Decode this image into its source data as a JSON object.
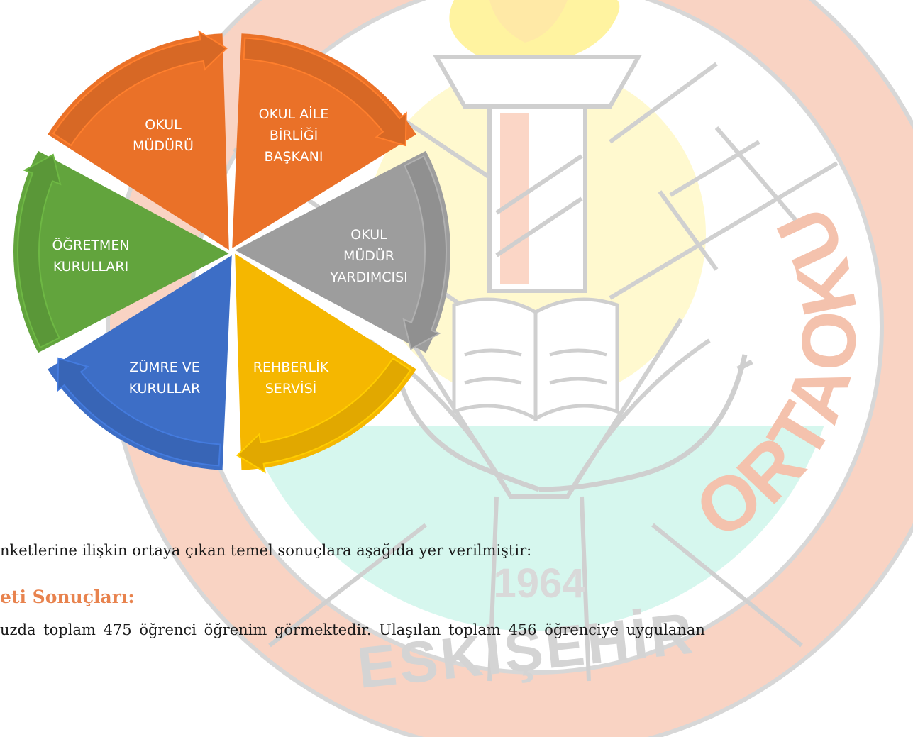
{
  "watermark": {
    "arc_text": "ORTAOKULU",
    "year": "1964",
    "city": "ESKİŞEHİR"
  },
  "cycle": {
    "segments": [
      {
        "name": "okul-muduru",
        "lines": [
          "OKUL",
          "MÜDÜRÜ"
        ],
        "color": "#ea7128"
      },
      {
        "name": "okul-aile-birligi-baskani",
        "lines": [
          "OKUL AİLE",
          "BİRLİĞİ",
          "BAŞKANI"
        ],
        "color": "#ea7128"
      },
      {
        "name": "okul-mudur-yardimcisi",
        "lines": [
          "OKUL",
          "MÜDÜR",
          "YARDIMCISI"
        ],
        "color": "#9d9d9d"
      },
      {
        "name": "rehberlik-servisi",
        "lines": [
          "REHBERLİK",
          "SERVİSİ"
        ],
        "color": "#f5b700"
      },
      {
        "name": "zumre-ve-kurullar",
        "lines": [
          "ZÜMRE VE",
          "KURULLAR"
        ],
        "color": "#3d6ec6"
      },
      {
        "name": "ogretmen-kurullari",
        "lines": [
          "ÖĞRETMEN",
          "KURULLARI"
        ],
        "color": "#62a43d"
      }
    ]
  },
  "text": {
    "line1": "nketlerine ilişkin ortaya çıkan temel sonuçlara aşağıda yer verilmiştir:",
    "heading": "eti Sonuçları:",
    "line3": "uzda toplam 475 öğrenci öğrenim görmektedir. Ulaşılan toplam 456 öğrenciye uygulanan"
  }
}
